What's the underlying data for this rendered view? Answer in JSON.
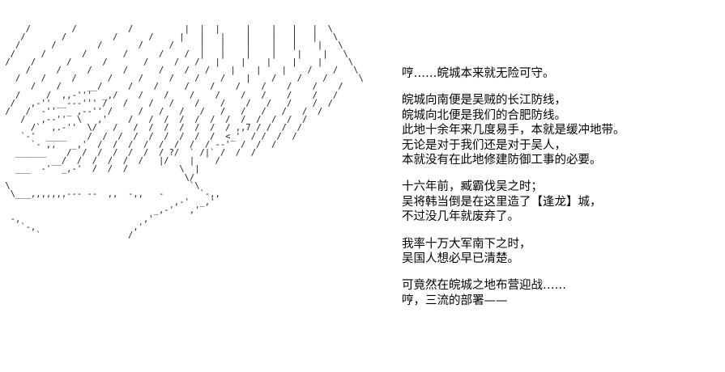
{
  "scene": {
    "background_color": "#ffffff",
    "text_color": "#000000",
    "art_color": "#1a1a1a"
  },
  "art": {
    "name": "character-portrait-ascii-art",
    "description": "AA character portrait with long flowing hair",
    "content": "                                                                        \n                                                                        \n     /        /          /          |  |  |     |    |   |   |  \\      \n    /       /         /      /     |   |   |    |    |   |   |   \\     \n   /      /        /       /     /     |   |    |    |   |    |   \\    \n  /     /       /       /      /    /  |   |    |    |    |    |   \\   \n /    /      /      /       /     /   /   |    |    |    |    |     \\  \n     /     /     /      /      /    /   /    |    |    |    /    /   \\ \n   /    /     /      /     /     /    /    /    |    /    /    /      \\\n      /    /     __/     /    /     /    /    /    /    /    /    /    \n   /     /  ,,-'''  _,/    /    /    /    /    /   /    /    /   /     \n  /   ,-'' __---''' /   /    /   /    /    /    /   /   /    /  /      \n /   /  -''  _ ,--'' /     /   /   /   /   /   /   /   /   /  /        \n    /   ,--''  \\   ,'    /   /  /  /  /  /  /  /  /  /  /  /          \n      /`  ,.-''  \\/   /   /  /  /  /  /  /  / ,,7 / /  /  /           \n    `-'  ____    /  /  /  /  /  /  /  /  /  <_'  / /  /  /            \n      `- ,,   _,'  /  /  /  /  /  /  /  / --'  /  /  /                \n   ______    /  /  /  /  /  /  / ?/  ` /|` /  /  /                    \n          __/  /  /  /  /  /   |/    |    /                           \n   ___  -'  _,-'  /  /  /          \\  |                               \n                                    \\/                                \n \\                                   `\\                               \n  \\___,,,,,,,--- --  ,,  -,,   -       `-,,                           \n                                  ,-'  _,'                            \n                              _,-'   ,'                               \n  -,                        ,'                                        \n    `-,                   ,'                                          \n       `                 /                                            \n"
  },
  "dialogue": {
    "name": "dialogue-text",
    "paragraphs": [
      {
        "id": "p1",
        "lines": [
          "哼……皖城本来就无险可守。"
        ]
      },
      {
        "id": "p2",
        "lines": [
          "皖城向南便是吴贼的长江防线，",
          "皖城向北便是我们的合肥防线。",
          "此地十余年来几度易手，本就是缓冲地带。",
          "无论是对于我们还是对于吴人，",
          "本就没有在此地修建防御工事的必要。"
        ]
      },
      {
        "id": "p3",
        "lines": [
          "十六年前，臧霸伐吴之时；",
          "吴将韩当倒是在这里造了【逢龙】城，",
          "不过没几年就废弃了。"
        ]
      },
      {
        "id": "p4",
        "lines": [
          "我率十万大军南下之时，",
          "吴国人想必早已清楚。"
        ]
      },
      {
        "id": "p5",
        "lines": [
          "可竟然在皖城之地布营迎战……",
          "哼，三流的部署——"
        ]
      }
    ]
  }
}
